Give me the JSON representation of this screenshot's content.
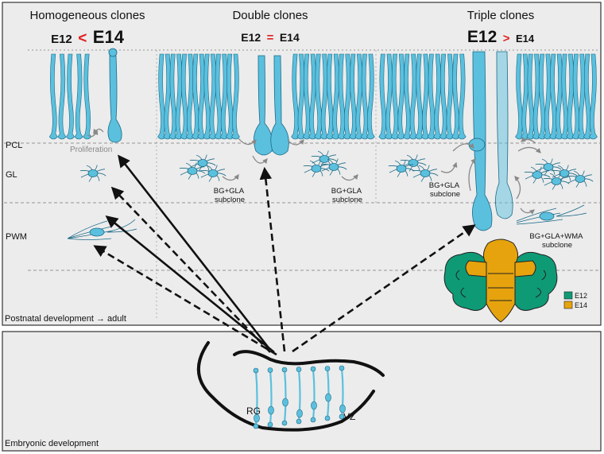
{
  "panels": {
    "postnatal": {
      "caption": "Postnatal development → adult",
      "layers": [
        "PCL",
        "GL",
        "PWM"
      ],
      "columns": [
        {
          "title": "Homogeneous clones",
          "left": "E12",
          "op": "<",
          "right": "E14"
        },
        {
          "title": "Double clones",
          "left": "E12",
          "op": "=",
          "right": "E14"
        },
        {
          "title": "Triple clones",
          "left": "E12",
          "op": ">",
          "right": "E14"
        }
      ],
      "annotations": {
        "proliferation": "Proliferation",
        "subclone_a": [
          "BG+GLA",
          "subclone"
        ],
        "subclone_b": [
          "BG+GLA",
          "subclone"
        ],
        "subclone_c": [
          "BG+GLA",
          "subclone"
        ],
        "subclone_d": [
          "BG+GLA+WMA",
          "subclone"
        ]
      },
      "legend": [
        {
          "label": "E12",
          "color": "#0f9a76"
        },
        {
          "label": "E14",
          "color": "#e6a30d"
        }
      ]
    },
    "embryonic": {
      "caption": "Embryonic development",
      "labels": {
        "rg": "RG",
        "vz": "VZ"
      }
    }
  },
  "colors": {
    "cell": "#5bc0de",
    "cell_stroke": "#1b6a86",
    "panel_bg": "#ececec",
    "accent_red": "#e02020"
  }
}
